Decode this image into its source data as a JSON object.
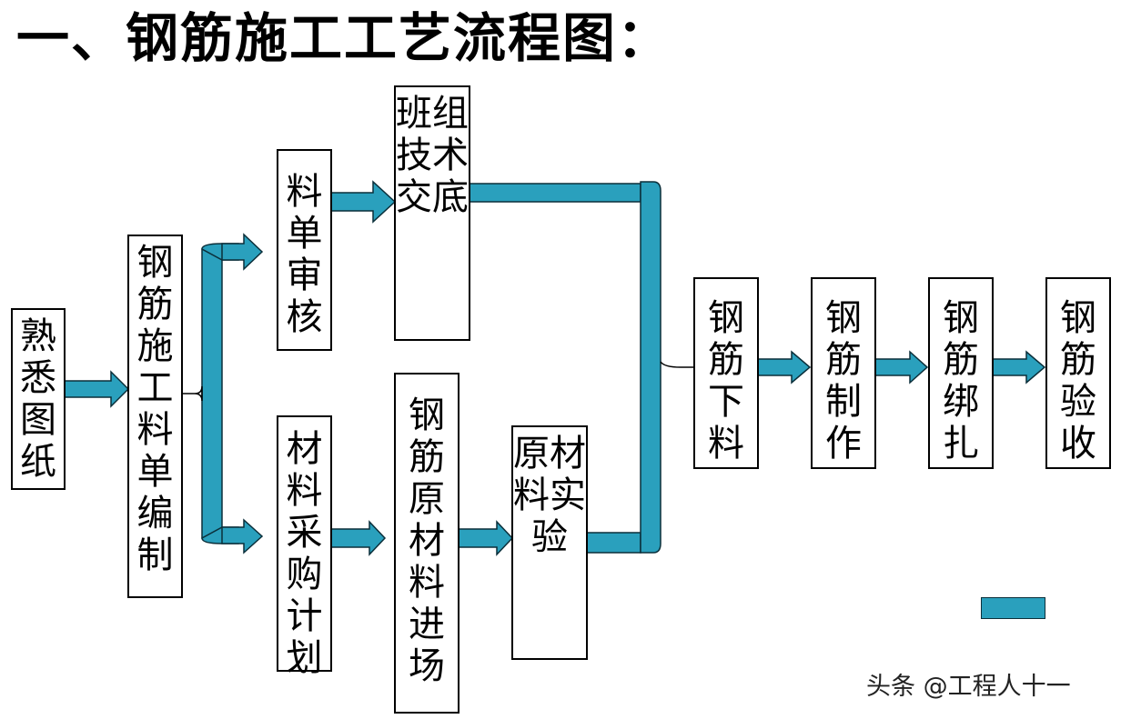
{
  "title": "一、钢筋施工工艺流程图：",
  "boxes": {
    "read_drawings": "熟悉图纸",
    "list_compile": "钢筋施工料单编制",
    "list_review": "料单审核",
    "purchase_plan": "材料采购计划",
    "team_briefing": "班组技术交底",
    "material_entry": "钢筋原材料进场",
    "material_test": "原材料实验",
    "cutting": "钢筋下料",
    "fabrication": "钢筋制作",
    "binding": "钢筋绑扎",
    "acceptance": "钢筋验收"
  },
  "colors": {
    "arrow_fill": "#2aa0bd",
    "arrow_stroke": "#0b2f3a"
  },
  "watermark": "头条 @工程人十一"
}
